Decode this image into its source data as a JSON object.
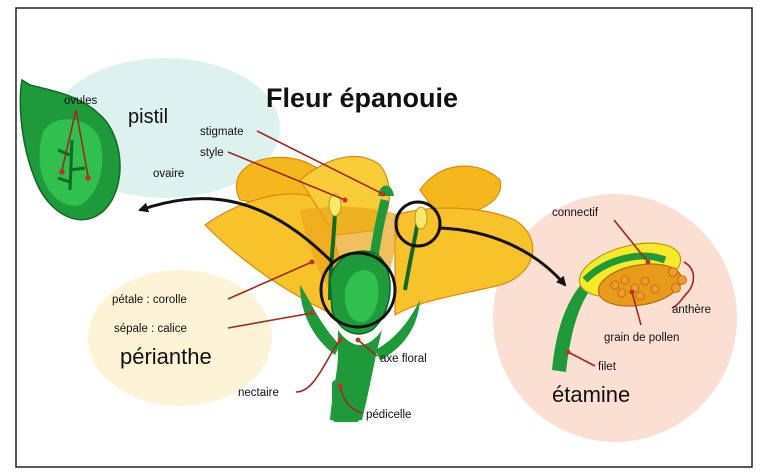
{
  "title": "Fleur épanouie",
  "colors": {
    "petal": "#f4b81c",
    "petal_edge": "#d98a10",
    "green": "#1e9a3a",
    "dark_green": "#0e6a26",
    "light_green": "#2fc04e",
    "pistil_bubble": "#ddf2ee",
    "perianth_bubble": "#fdf3d6",
    "stamen_bubble": "#fbdfd2",
    "pointer": "#9e2a22",
    "arrow": "#111111"
  },
  "labels": {
    "ovules": "ovules",
    "pistil": "pistil",
    "ovaire": "ovaire",
    "stigmate": "stigmate",
    "style": "style",
    "petale": "pétale : corolle",
    "sepale": "sépale : calice",
    "perianthe": "périanthe",
    "axe_floral": "axe floral",
    "nectaire": "nectaire",
    "pedicelle": "pédicelle",
    "connectif": "connectif",
    "anthere": "anthère",
    "grain_de_pollen": "grain de pollen",
    "filet": "filet",
    "etamine": "étamine"
  }
}
